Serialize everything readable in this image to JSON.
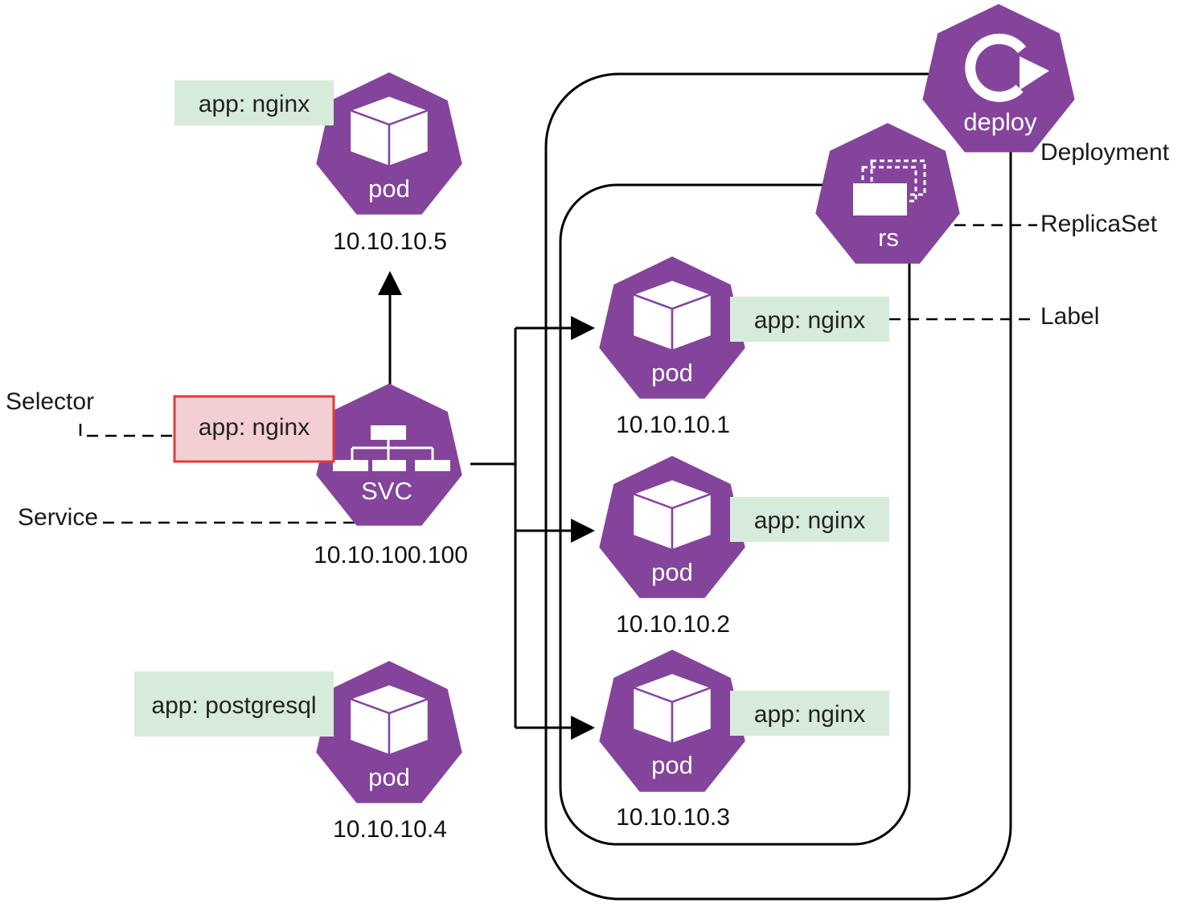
{
  "colors": {
    "hex": "#84449B",
    "label_bg": "#D7EBDA",
    "selector_bg": "#F3CFD3",
    "selector_border": "#E23A3A",
    "line": "#000000"
  },
  "annotations": {
    "deployment": "Deployment",
    "replicaset": "ReplicaSet",
    "label": "Label",
    "selector": "Selector",
    "service": "Service"
  },
  "icons": {
    "deploy": {
      "icon": "deploy-cycle-icon",
      "text": "deploy"
    },
    "rs": {
      "icon": "replicaset-icon",
      "text": "rs"
    },
    "svc": {
      "icon": "service-tree-icon",
      "text": "SVC",
      "ip": "10.10.100.100",
      "selector": "app: nginx"
    }
  },
  "pods": {
    "outside_top": {
      "text": "pod",
      "ip": "10.10.10.5",
      "label": "app: nginx",
      "icon": "pod-cube-icon"
    },
    "pod1": {
      "text": "pod",
      "ip": "10.10.10.1",
      "label": "app: nginx",
      "icon": "pod-cube-icon"
    },
    "pod2": {
      "text": "pod",
      "ip": "10.10.10.2",
      "label": "app: nginx",
      "icon": "pod-cube-icon"
    },
    "pod3": {
      "text": "pod",
      "ip": "10.10.10.3",
      "label": "app: nginx",
      "icon": "pod-cube-icon"
    },
    "outside_bottom": {
      "text": "pod",
      "ip": "10.10.10.4",
      "label": "app: postgresql",
      "icon": "pod-cube-icon"
    }
  }
}
